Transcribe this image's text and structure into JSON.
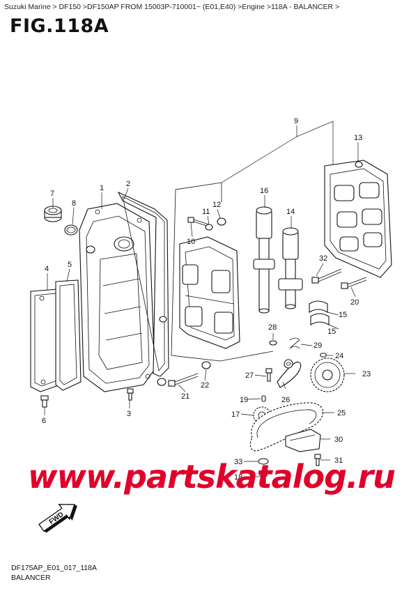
{
  "header": {
    "breadcrumb": "Suzuki Marine > DF150 >DF150AP FROM 15003P-710001~ (E01,E40) >Engine >118A - BALANCER >",
    "figure_title": "FIG.118A"
  },
  "callouts": [
    "1",
    "2",
    "3",
    "4",
    "5",
    "6",
    "7",
    "8",
    "9",
    "10",
    "11",
    "12",
    "13",
    "14",
    "15",
    "15",
    "16",
    "17",
    "18",
    "19",
    "20",
    "21",
    "22",
    "23",
    "24",
    "25",
    "26",
    "27",
    "28",
    "29",
    "30",
    "31",
    "32",
    "33"
  ],
  "watermark": "www.partskatalog.ru",
  "fwd_label": "FWD",
  "footer": {
    "code": "DF175AP_E01_017_118A",
    "name": "BALANCER"
  }
}
